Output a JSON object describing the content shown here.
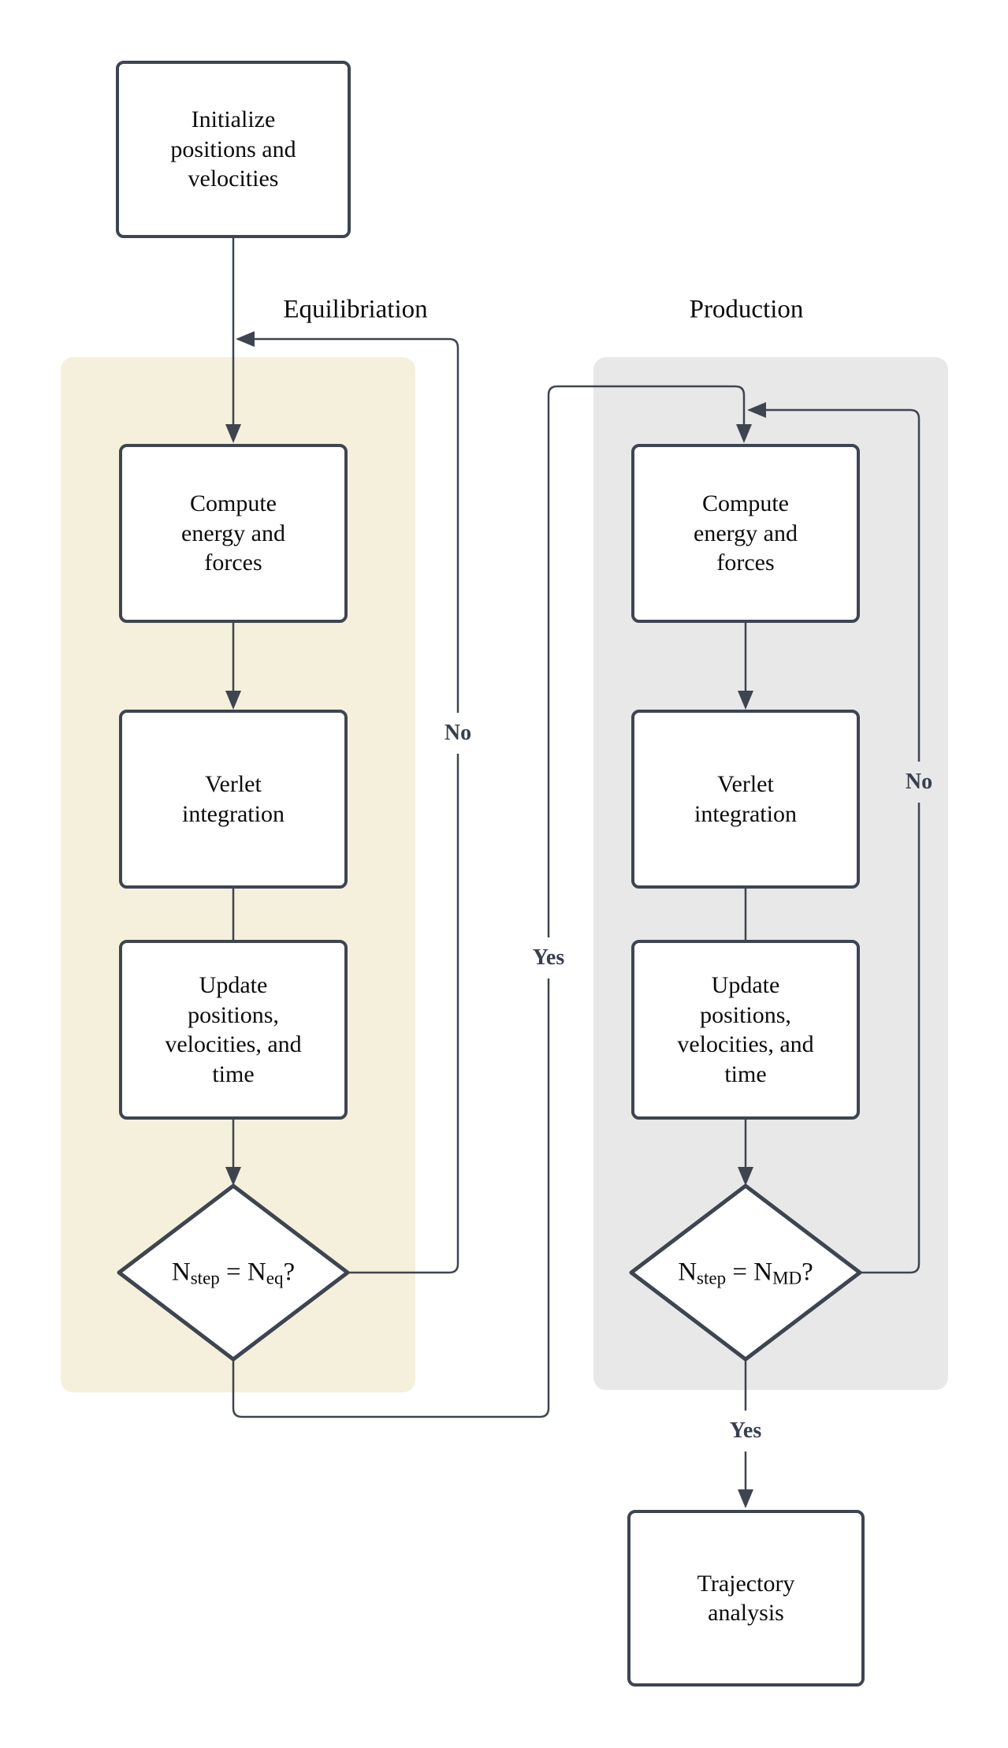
{
  "section_labels": {
    "equilibriation": "Equilibriation",
    "production": "Production"
  },
  "nodes": {
    "initialize": "Initialize\npositions and\nvelocities",
    "eq_compute": "Compute\nenergy and\nforces",
    "eq_verlet": "Verlet\nintegration",
    "eq_update": "Update\npositions,\nvelocities, and\ntime",
    "prod_compute": "Compute\nenergy and\nforces",
    "prod_verlet": "Verlet\nintegration",
    "prod_update": "Update\npositions,\nvelocities, and\ntime",
    "trajectory": "Trajectory\nanalysis"
  },
  "decisions": {
    "eq": {
      "base": "N",
      "sub1": "step",
      "mid": " = N",
      "sub2": "eq",
      "end": "?"
    },
    "prod": {
      "base": "N",
      "sub1": "step",
      "mid": " = N",
      "sub2": "MD",
      "end": "?"
    }
  },
  "edge_labels": {
    "eq_no": "No",
    "eq_yes": "Yes",
    "prod_no": "No",
    "prod_yes": "Yes"
  },
  "colors": {
    "stroke": "#3e4551",
    "equilibriation_panel": "#f5f0dc",
    "production_panel": "#e8e8e8",
    "node_fill": "#ffffff",
    "text": "#0c0c0c"
  }
}
